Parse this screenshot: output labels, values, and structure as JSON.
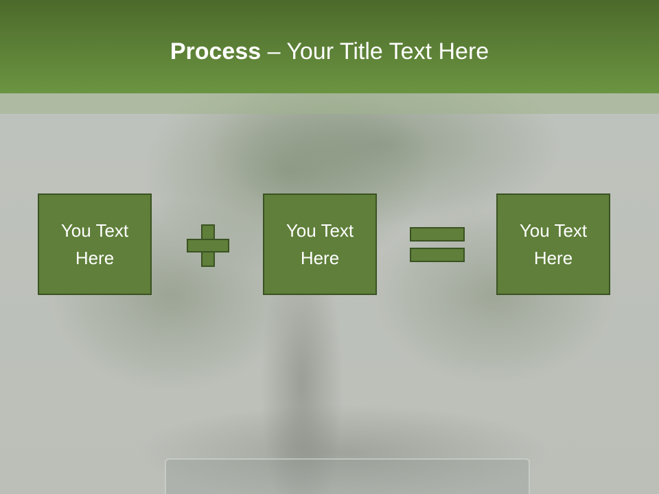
{
  "title": {
    "bold": "Process",
    "rest": " – Your Title Text Here"
  },
  "boxes": [
    {
      "line1": "You Text",
      "line2": "Here"
    },
    {
      "line1": "You Text",
      "line2": "Here"
    },
    {
      "line1": "You Text",
      "line2": "Here"
    }
  ],
  "colors": {
    "title_bar": "#5e8637",
    "box_fill": "#5f7f3a",
    "box_border": "#3a5222",
    "text": "#ffffff"
  },
  "icons": [
    "plus-icon",
    "equals-icon"
  ]
}
